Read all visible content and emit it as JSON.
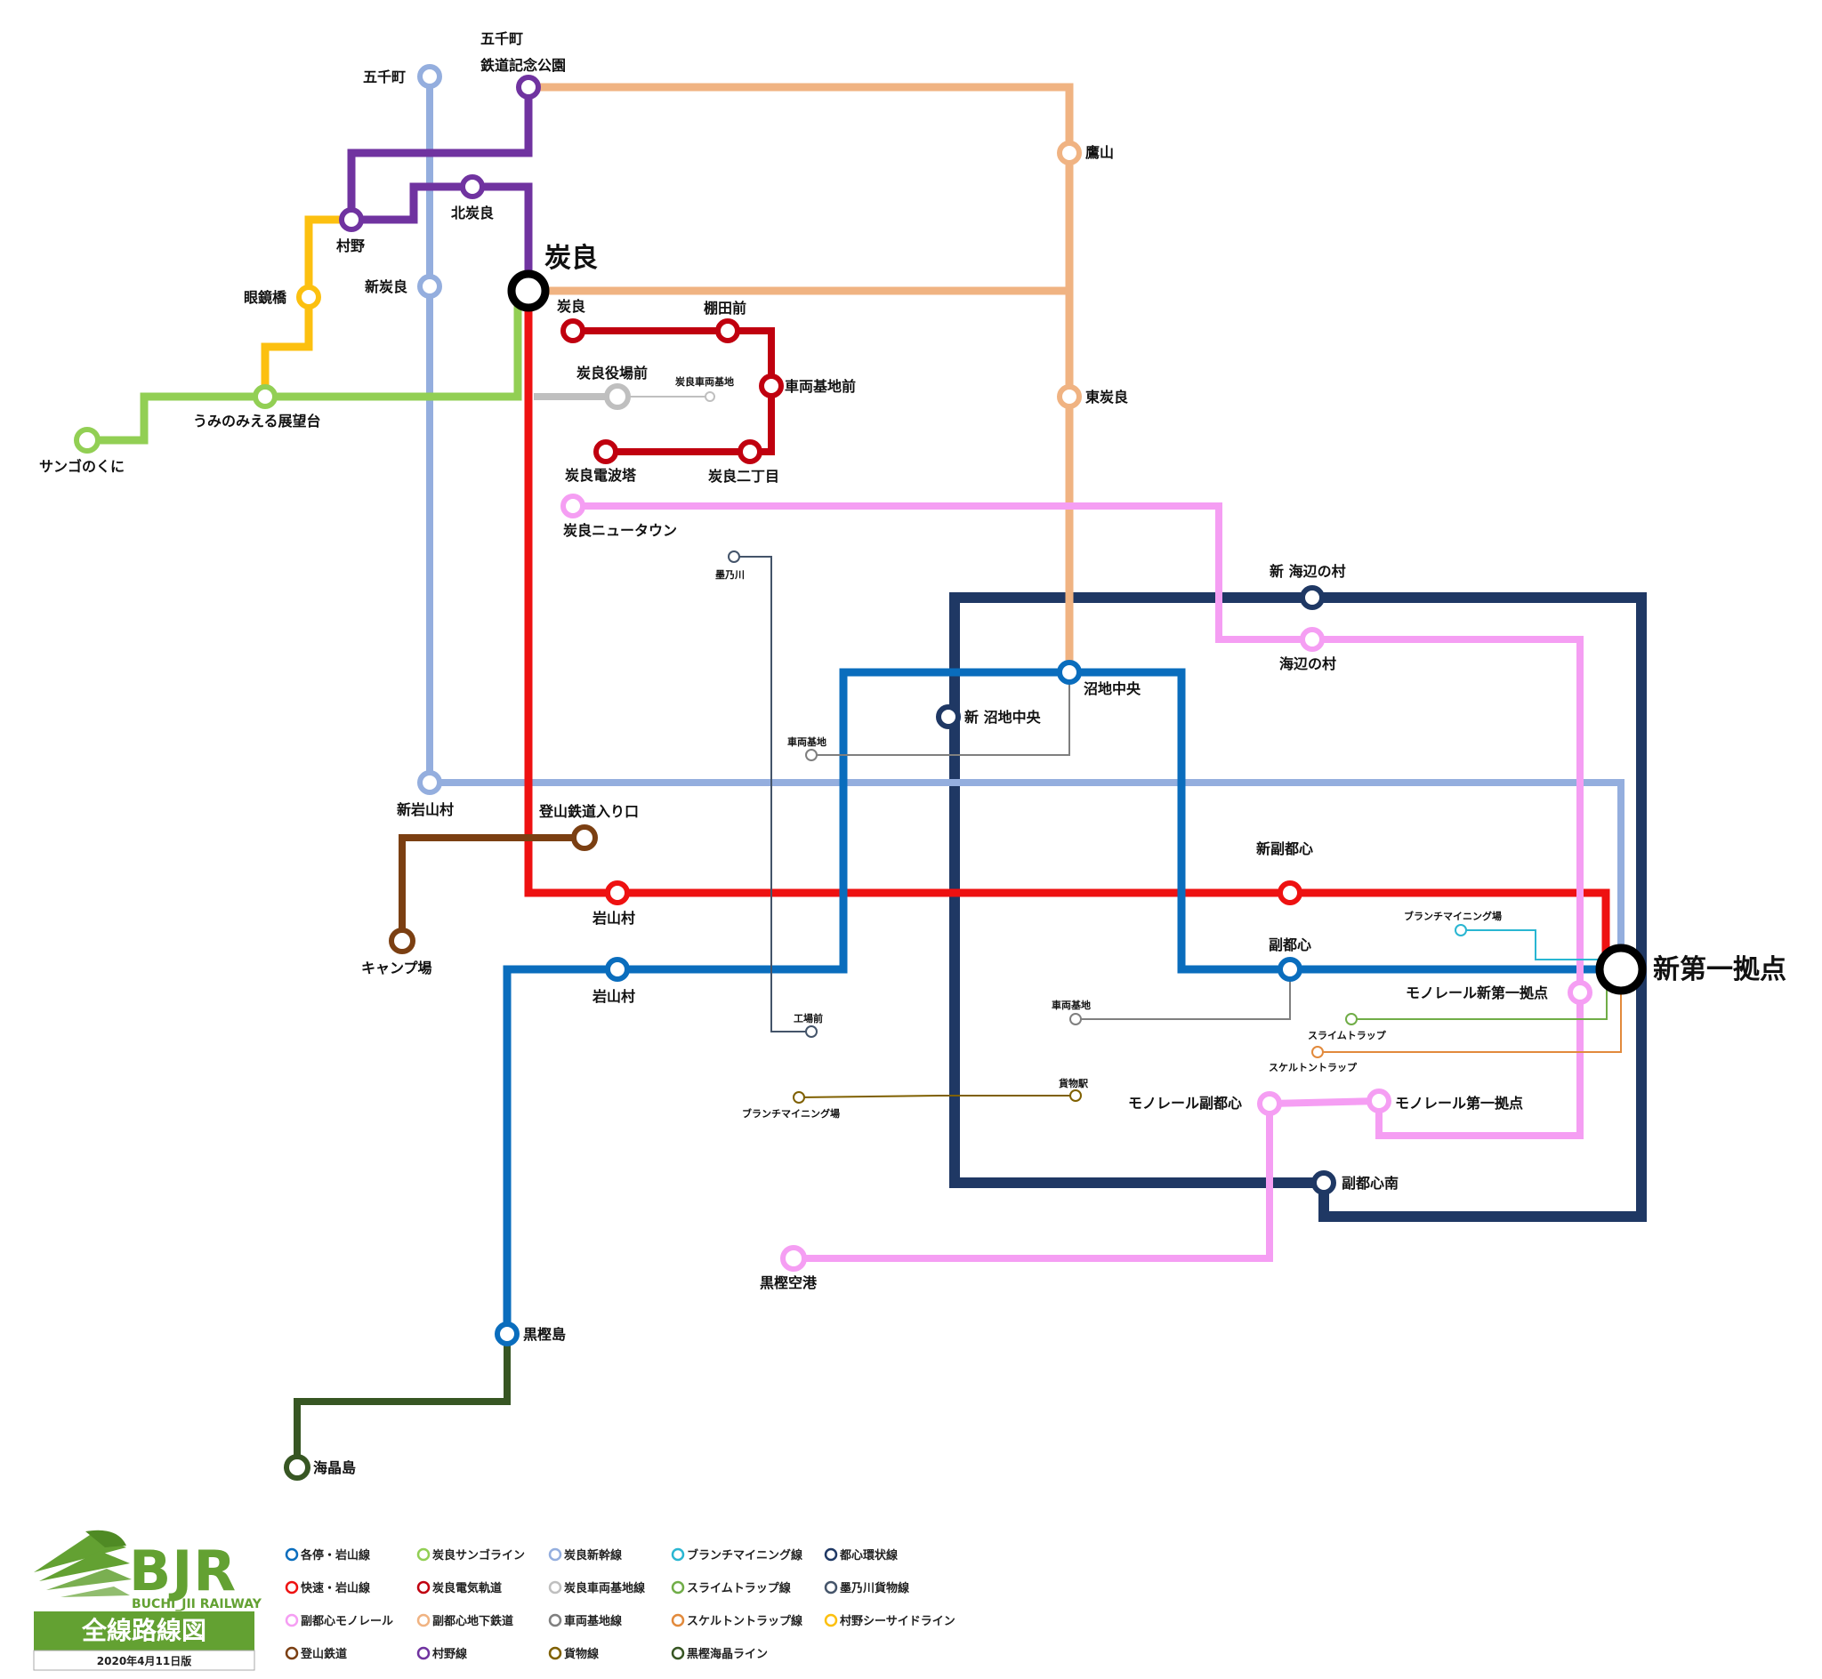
{
  "logo": {
    "mark": "BJR",
    "sub": "BUCHI_JII RAILWAY",
    "title": "全線路線図",
    "date": "2020年4月11日版"
  },
  "colors": {
    "local_iwayama": "#0a6dbd",
    "rapid_iwayama": "#ee1111",
    "fukutoshin_monorail": "#f59ef3",
    "tozan": "#7b3f12",
    "sango": "#92cf54",
    "tanryo_denki": "#c0000f",
    "fukutoshin_subway": "#f0b382",
    "murano": "#7033a0",
    "shinkansen": "#94aede",
    "tanryo_depot": "#bfbfbf",
    "depot": "#7f7f7f",
    "freight": "#7f6000",
    "branch_mining": "#29b6d2",
    "slime_trap": "#70ad47",
    "skeleton_trap": "#e28a3c",
    "kokkan": "#375623",
    "loop": "#1f3864",
    "sumino_freight": "#44546a",
    "seaside": "#fcc010"
  },
  "legend": [
    {
      "label": "各停・岩山線",
      "color": "#0a6dbd"
    },
    {
      "label": "快速・岩山線",
      "color": "#ee1111"
    },
    {
      "label": "副都心モノレール",
      "color": "#f59ef3"
    },
    {
      "label": "登山鉄道",
      "color": "#7b3f12"
    },
    {
      "label": "炭良サンゴライン",
      "color": "#92cf54"
    },
    {
      "label": "炭良電気軌道",
      "color": "#c0000f"
    },
    {
      "label": "副都心地下鉄道",
      "color": "#f0b382"
    },
    {
      "label": "村野線",
      "color": "#7033a0"
    },
    {
      "label": "炭良新幹線",
      "color": "#94aede"
    },
    {
      "label": "炭良車両基地線",
      "color": "#bfbfbf"
    },
    {
      "label": "車両基地線",
      "color": "#7f7f7f"
    },
    {
      "label": "貨物線",
      "color": "#7f6000"
    },
    {
      "label": "ブランチマイニング線",
      "color": "#29b6d2"
    },
    {
      "label": "スライムトラップ線",
      "color": "#70ad47"
    },
    {
      "label": "スケルトントラップ線",
      "color": "#e28a3c"
    },
    {
      "label": "黒樫海晶ライン",
      "color": "#375623"
    },
    {
      "label": "都心環状線",
      "color": "#1f3864"
    },
    {
      "label": "墨乃川貨物線",
      "color": "#44546a"
    },
    {
      "label": "村野シーサイドライン",
      "color": "#fcc010"
    }
  ],
  "stations": {
    "tanryo_major": "炭良",
    "shindaiichi": "新第一拠点",
    "gosencho_shinkansen": "五千町",
    "gosencho_a": "五千町",
    "gosencho_b": "鉄道記念公園",
    "takayama": "鷹山",
    "kitatanryo": "北炭良",
    "murano": "村野",
    "meganebashi": "眼鏡橋",
    "shintanryo": "新炭良",
    "umino_tenbodai": "うみのみえる展望台",
    "sango_no_kuni": "サンゴのくに",
    "tanryo_tram": "炭良",
    "tanadamae": "棚田前",
    "sharyo_kichi_mae": "車両基地前",
    "tanryo_yakuba_mae": "炭良役場前",
    "tanryo_sharyo_kichi": "炭良車両基地",
    "tanryo_denpato": "炭良電波塔",
    "tanryo_nichome": "炭良二丁目",
    "higashi_tanryo": "東炭良",
    "tanryo_newtown": "炭良ニュータウン",
    "sumino_gawa": "墨乃川",
    "shin_umibe_no_mura": "新 海辺の村",
    "umibe_no_mura": "海辺の村",
    "numachi_chuo": "沼地中央",
    "shin_numachi_chuo": "新 沼地中央",
    "sharyo_kichi_1": "車両基地",
    "shin_iwayama_mura": "新岩山村",
    "tozan_iriguchi": "登山鉄道入り口",
    "camp": "キャンプ場",
    "shin_fukutoshin": "新副都心",
    "iwayama_rapid": "岩山村",
    "branch_mining_1": "ブランチマイニング場",
    "fukutoshin": "副都心",
    "monorail_shindaiichi": "モノレール新第一拠点",
    "iwayama_local": "岩山村",
    "sharyo_kichi_2": "車両基地",
    "slime_trap": "スライムトラップ",
    "skeleton_trap": "スケルトントラップ",
    "kojo_mae": "工場前",
    "kamotsu_eki": "貨物駅",
    "branch_mining_2": "ブランチマイニング場",
    "monorail_fukutoshin": "モノレール副都心",
    "monorail_daiichi": "モノレール第一拠点",
    "fukutoshin_minami": "副都心南",
    "kokkan_kuko": "黒樫空港",
    "kokkan_jima": "黒樫島",
    "kaisho_jima": "海晶島"
  }
}
